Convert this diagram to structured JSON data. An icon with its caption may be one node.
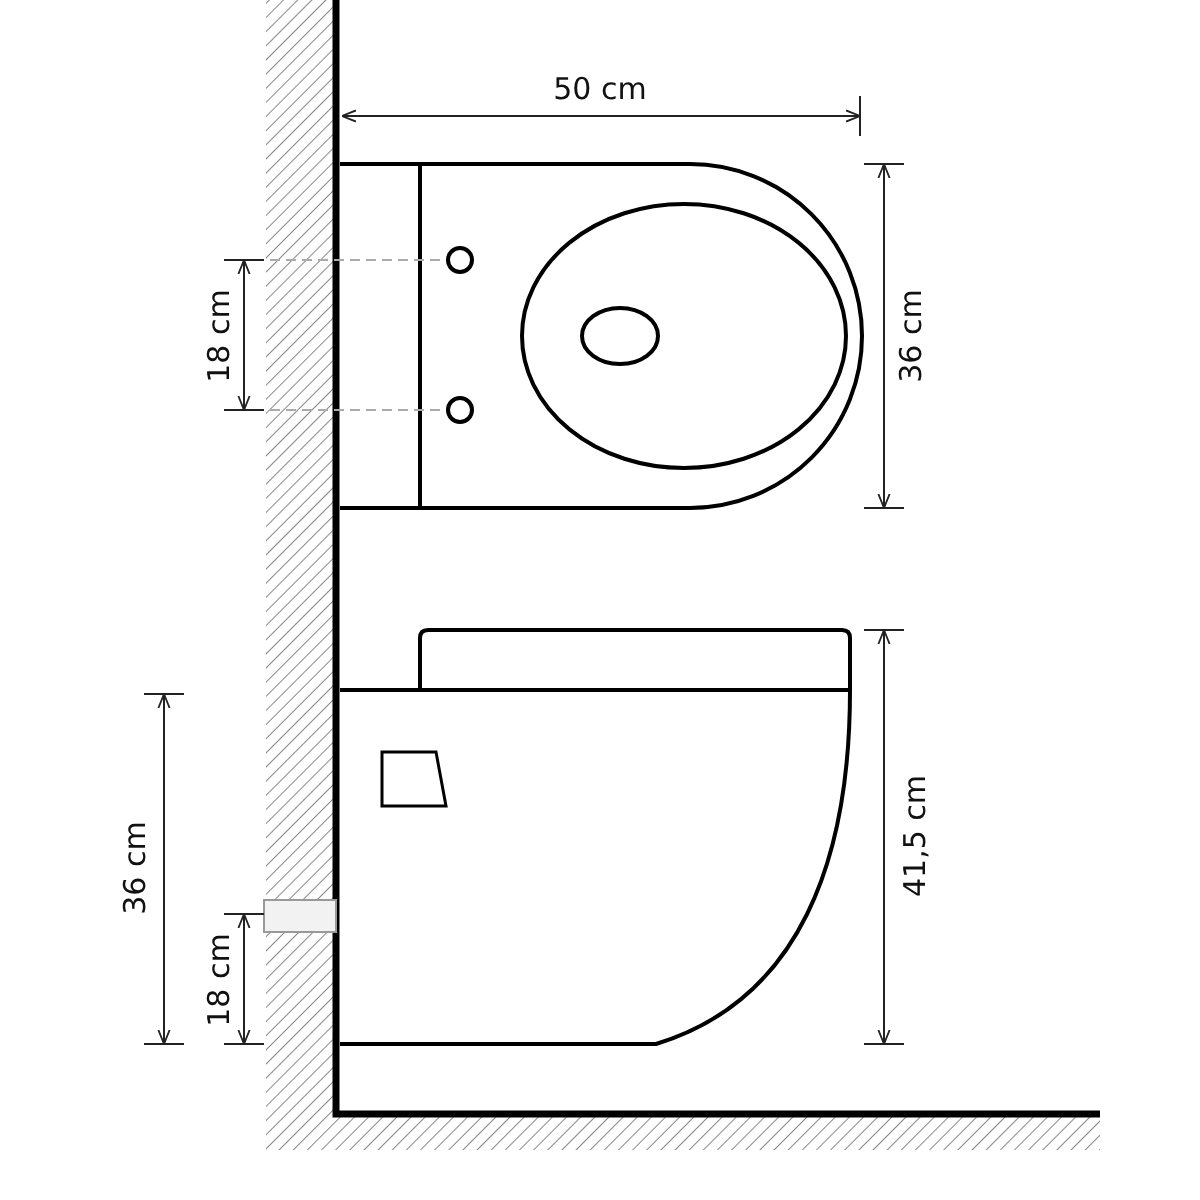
{
  "diagram": {
    "labels": [
      "50 cm",
      "18 cm",
      "36 cm",
      "36 cm",
      "41,5 cm",
      "18 cm"
    ]
  }
}
